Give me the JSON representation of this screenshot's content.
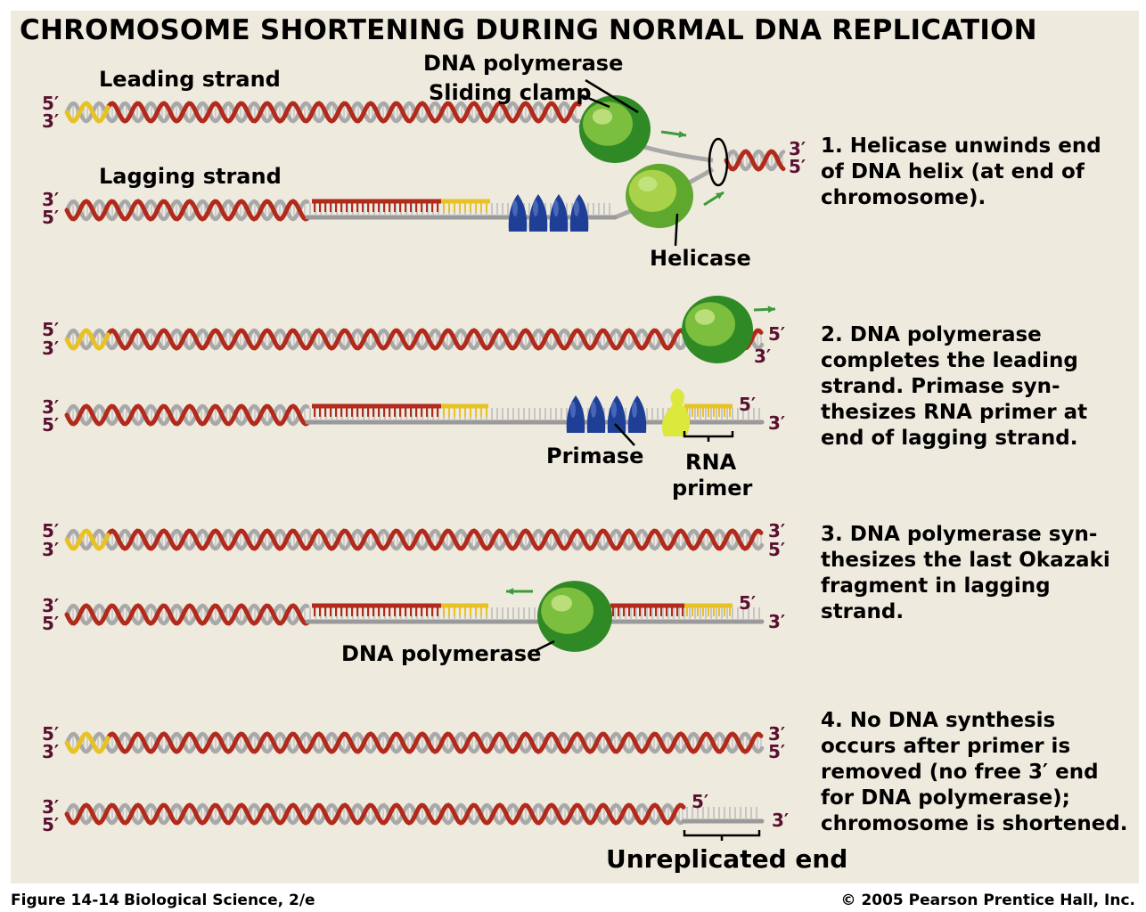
{
  "title": "CHROMOSOME SHORTENING DURING NORMAL DNA REPLICATION",
  "colors": {
    "panel_bg": "#efeade",
    "dna_red": "#b22a1c",
    "dna_gray": "#a8a8a8",
    "primer_yellow": "#e8c224",
    "polymerase_green": "#3f9a2c",
    "primase_blue": "#1f3f96",
    "end_label": "#5a1030"
  },
  "strand_ends": {
    "five_prime": "5′",
    "three_prime": "3′"
  },
  "labels": {
    "leading_strand": "Leading strand",
    "lagging_strand": "Lagging strand",
    "dna_polymerase": "DNA polymerase",
    "sliding_clamp": "Sliding clamp",
    "helicase": "Helicase",
    "primase": "Primase",
    "rna": "RNA",
    "primer": "primer",
    "dna_polymerase_3": "DNA polymerase",
    "unreplicated_end": "Unreplicated end"
  },
  "steps": [
    {
      "num": "1.",
      "text": "Helicase unwinds end of DNA helix (at end of chromosome)."
    },
    {
      "num": "2.",
      "text": "DNA polymerase completes the leading strand. Primase synthesizes RNA primer at end of lagging strand."
    },
    {
      "num": "3.",
      "text": "DNA polymerase synthesizes the last Okazaki fragment in lagging strand."
    },
    {
      "num": "4.",
      "text": "No DNA synthesis occurs after primer is removed (no free 3′ end for DNA polymerase); chromosome is shortened."
    }
  ],
  "step_lines": [
    [
      "1. Helicase unwinds end",
      "of DNA helix (at end of",
      "chromosome)."
    ],
    [
      "2. DNA polymerase",
      "completes the leading",
      "strand. Primase syn-",
      "thesizes RNA primer at",
      "end of lagging strand."
    ],
    [
      "3. DNA polymerase syn-",
      "thesizes the last Okazaki",
      "fragment in lagging",
      "strand."
    ],
    [
      "4. No DNA synthesis",
      "occurs after primer is",
      "removed (no free 3′ end",
      "for DNA polymerase);",
      "chromosome is shortened."
    ]
  ],
  "footer": {
    "figure": "Figure 14-14",
    "book": "Biological Science, 2/e",
    "copyright": "© 2005 Pearson Prentice Hall, Inc."
  }
}
